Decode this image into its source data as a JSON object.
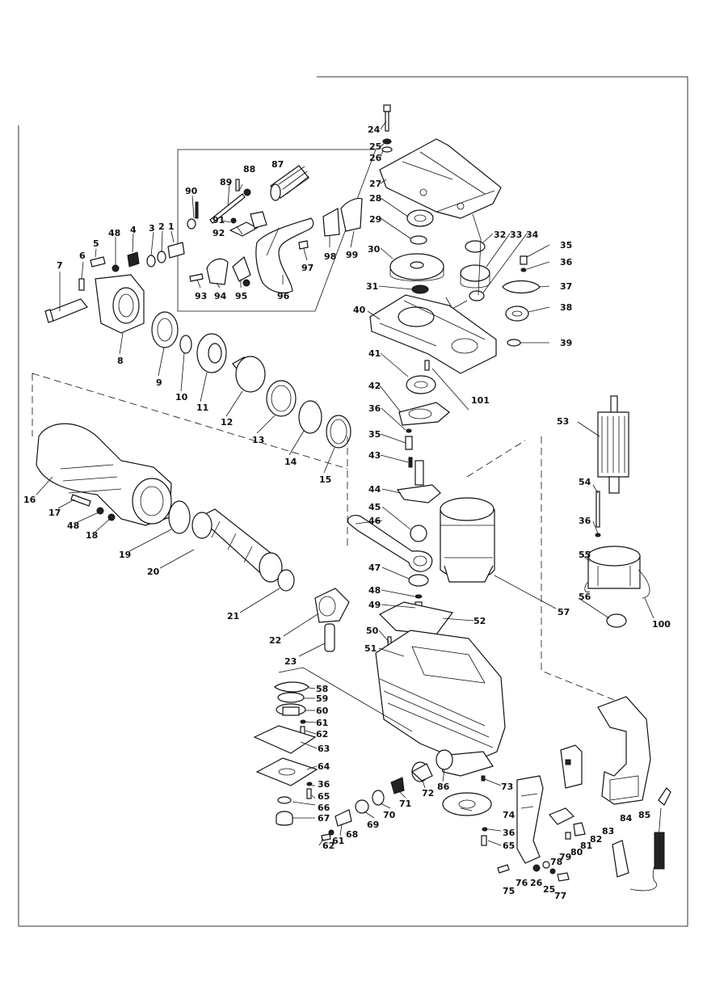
{
  "diagram": {
    "part_numbers": [
      "1",
      "2",
      "3",
      "4",
      "5",
      "6",
      "7",
      "8",
      "9",
      "10",
      "11",
      "12",
      "13",
      "14",
      "15",
      "16",
      "17",
      "18",
      "19",
      "20",
      "21",
      "22",
      "23",
      "24",
      "25",
      "26",
      "27",
      "28",
      "29",
      "30",
      "31",
      "32",
      "33",
      "34",
      "35",
      "36",
      "37",
      "38",
      "39",
      "40",
      "41",
      "42",
      "43",
      "44",
      "45",
      "46",
      "47",
      "48",
      "49",
      "50",
      "51",
      "52",
      "53",
      "54",
      "55",
      "56",
      "57",
      "58",
      "59",
      "60",
      "61",
      "62",
      "63",
      "64",
      "65",
      "66",
      "67",
      "68",
      "69",
      "70",
      "71",
      "72",
      "73",
      "74",
      "75",
      "76",
      "77",
      "78",
      "79",
      "80",
      "81",
      "82",
      "83",
      "84",
      "85",
      "86",
      "87",
      "88",
      "89",
      "90",
      "91",
      "92",
      "93",
      "94",
      "95",
      "96",
      "97",
      "98",
      "99",
      "100",
      "101"
    ]
  },
  "labels": {
    "l1": "1",
    "l2": "2",
    "l3": "3",
    "l4": "4",
    "l5": "5",
    "l6": "6",
    "l7": "7",
    "l8": "8",
    "l9": "9",
    "l10": "10",
    "l11": "11",
    "l12": "12",
    "l13": "13",
    "l14": "14",
    "l15": "15",
    "l16": "16",
    "l17": "17",
    "l18": "18",
    "l19": "19",
    "l20": "20",
    "l21": "21",
    "l22": "22",
    "l23": "23",
    "l24": "24",
    "l25a": "25",
    "l26a": "26",
    "l27": "27",
    "l28": "28",
    "l29": "29",
    "l30": "30",
    "l31": "31",
    "l32": "32",
    "l33": "33",
    "l34": "34",
    "l35a": "35",
    "l36a": "36",
    "l37": "37",
    "l38": "38",
    "l39": "39",
    "l40": "40",
    "l41": "41",
    "l42": "42",
    "l36b": "36",
    "l35b": "35",
    "l43": "43",
    "l44": "44",
    "l45": "45",
    "l46": "46",
    "l47": "47",
    "l48a": "48",
    "l48b": "48",
    "l48c": "48",
    "l49": "49",
    "l50": "50",
    "l51": "51",
    "l52": "52",
    "l53": "53",
    "l54": "54",
    "l36c": "36",
    "l55": "55",
    "l56": "56",
    "l57": "57",
    "l100": "100",
    "l58": "58",
    "l59": "59",
    "l60": "60",
    "l61a": "61",
    "l62a": "62",
    "l63": "63",
    "l64": "64",
    "l36d": "36",
    "l65a": "65",
    "l66": "66",
    "l67": "67",
    "l62b": "62",
    "l61b": "61",
    "l68": "68",
    "l69": "69",
    "l70": "70",
    "l71": "71",
    "l72": "72",
    "l86": "86",
    "l73": "73",
    "l74": "74",
    "l36e": "36",
    "l65b": "65",
    "l75": "75",
    "l76": "76",
    "l26b": "26",
    "l25b": "25",
    "l77": "77",
    "l78": "78",
    "l79": "79",
    "l80": "80",
    "l81": "81",
    "l82": "82",
    "l83": "83",
    "l84": "84",
    "l85": "85",
    "l87": "87",
    "l88": "88",
    "l89": "89",
    "l90": "90",
    "l91": "91",
    "l92": "92",
    "l93": "93",
    "l94": "94",
    "l95": "95",
    "l96": "96",
    "l97": "97",
    "l98": "98",
    "l99": "99",
    "l101": "101"
  }
}
